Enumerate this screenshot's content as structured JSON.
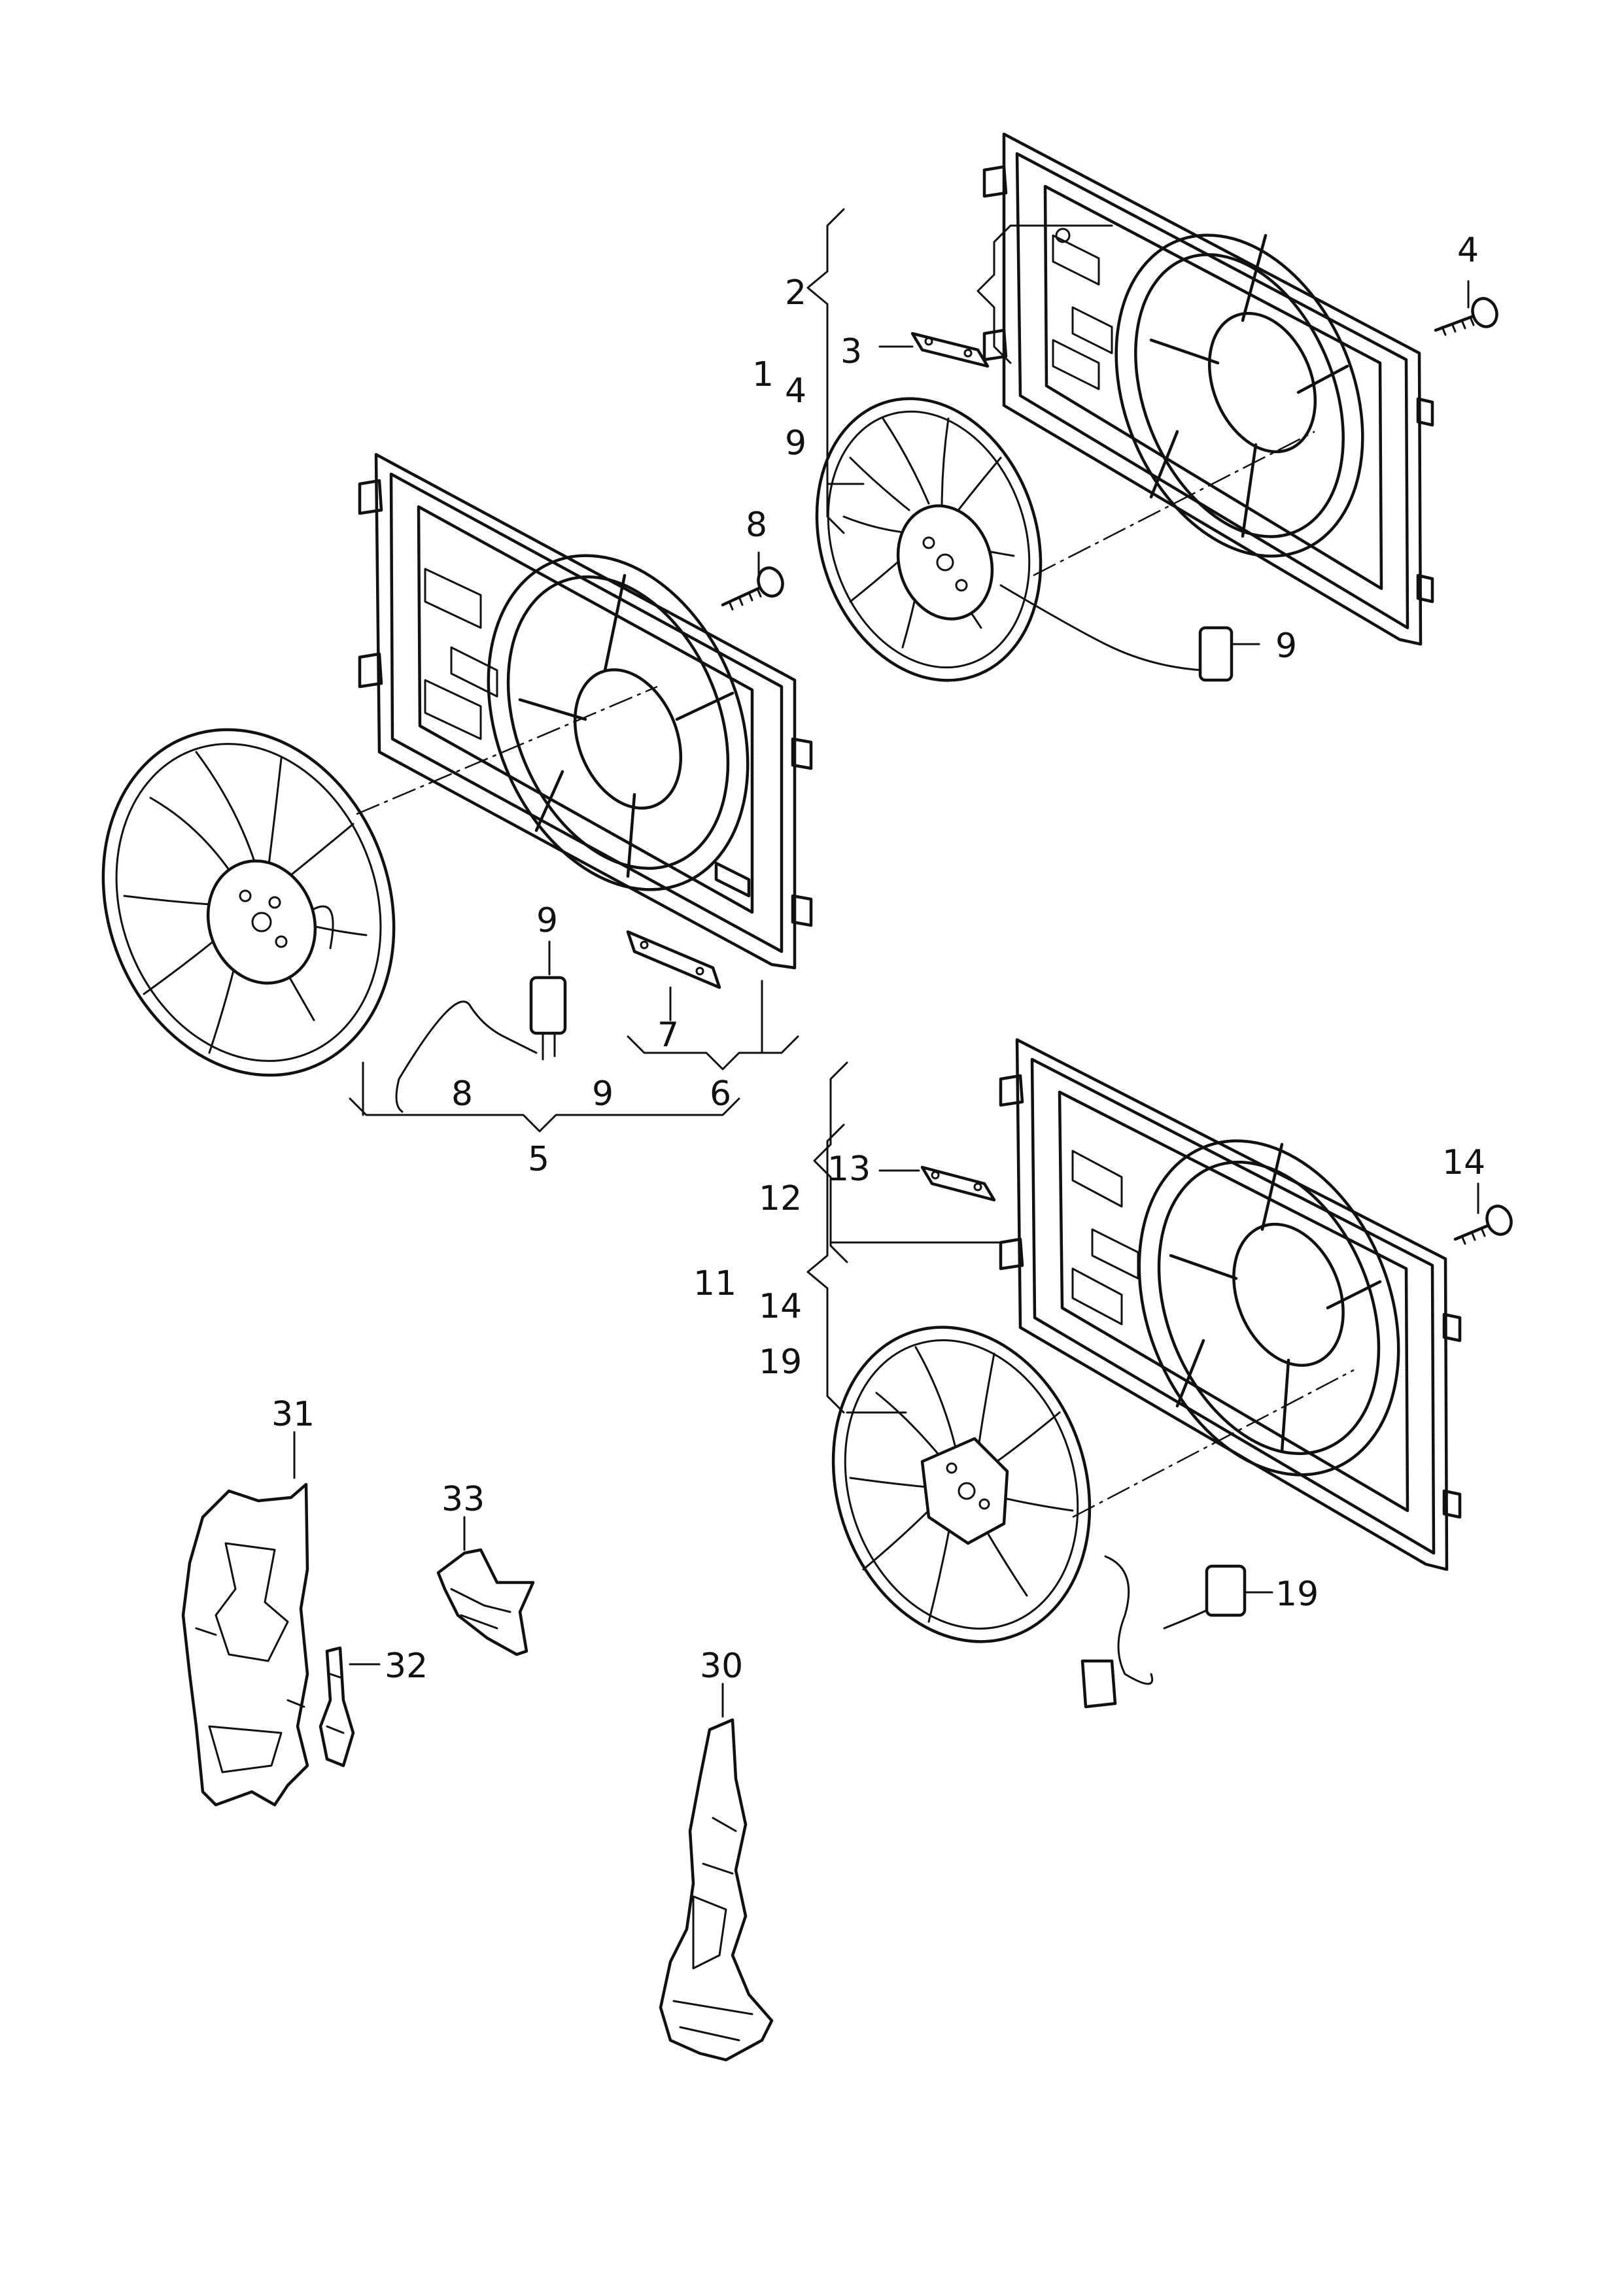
{
  "callouts": {
    "c1": "1",
    "c2": "2",
    "c3": "3",
    "c4_top": "4",
    "c4_screw": "4",
    "c9_group1": "9",
    "c9_plug1": "9",
    "c8_screw": "8",
    "c9_plug2": "9",
    "c7": "7",
    "c6": "6",
    "c8_group5": "8",
    "c9_group5": "9",
    "c5": "5",
    "c13": "13",
    "c12": "12",
    "c14_screw": "14",
    "c11": "11",
    "c14_group": "14",
    "c19_group": "19",
    "c19_plug": "19",
    "c31": "31",
    "c33": "33",
    "c32": "32",
    "c30": "30"
  }
}
